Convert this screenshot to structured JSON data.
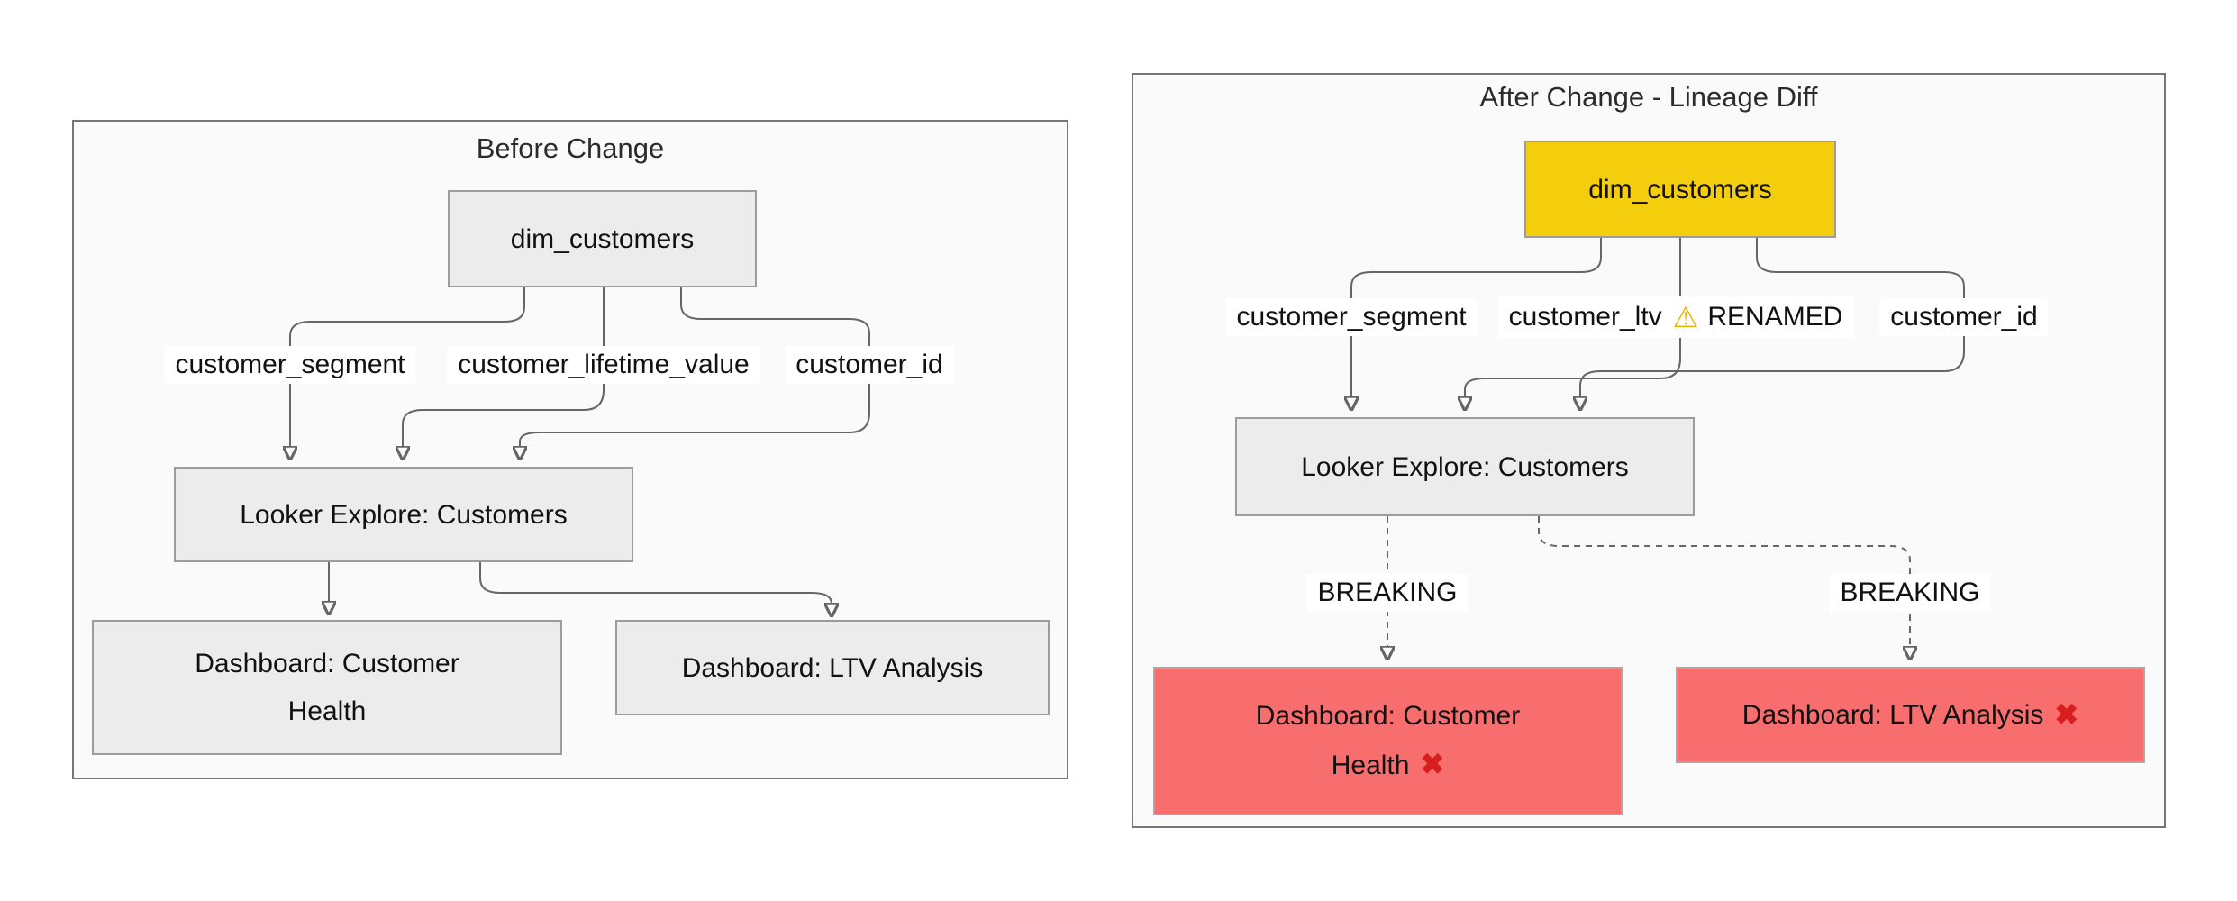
{
  "colors": {
    "page_background": "#ffffff",
    "panel_background": "#fafafa",
    "panel_border": "#767676",
    "node_fill": "#ececec",
    "node_border": "#9c9c9c",
    "highlight_node_fill": "#F4CE0C",
    "broken_node_fill": "#F86D6D",
    "edge_stroke": "#666666",
    "warning_icon_color": "#F0B000",
    "error_icon_color": "#D81F1F"
  },
  "before_panel": {
    "title": "Before Change",
    "nodes": {
      "dim_customers": "dim_customers",
      "looker_explore": "Looker Explore: Customers",
      "dashboard_customer_health": {
        "line1": "Dashboard: Customer",
        "line2": "Health"
      },
      "dashboard_ltv": "Dashboard: LTV Analysis"
    },
    "edge_labels": {
      "segment": "customer_segment",
      "lifetime_value": "customer_lifetime_value",
      "id": "customer_id"
    }
  },
  "after_panel": {
    "title": "After Change - Lineage Diff",
    "nodes": {
      "dim_customers": "dim_customers",
      "looker_explore": "Looker Explore: Customers",
      "dashboard_customer_health": {
        "line1": "Dashboard: Customer",
        "line2": "Health"
      },
      "dashboard_ltv": "Dashboard: LTV Analysis"
    },
    "edge_labels": {
      "segment": "customer_segment",
      "ltv": "customer_ltv",
      "id": "customer_id"
    },
    "warning_icon": "⚠",
    "renamed_badge": "RENAMED",
    "breaking_label_left": "BREAKING",
    "breaking_label_right": "BREAKING",
    "error_icon": "✖"
  }
}
